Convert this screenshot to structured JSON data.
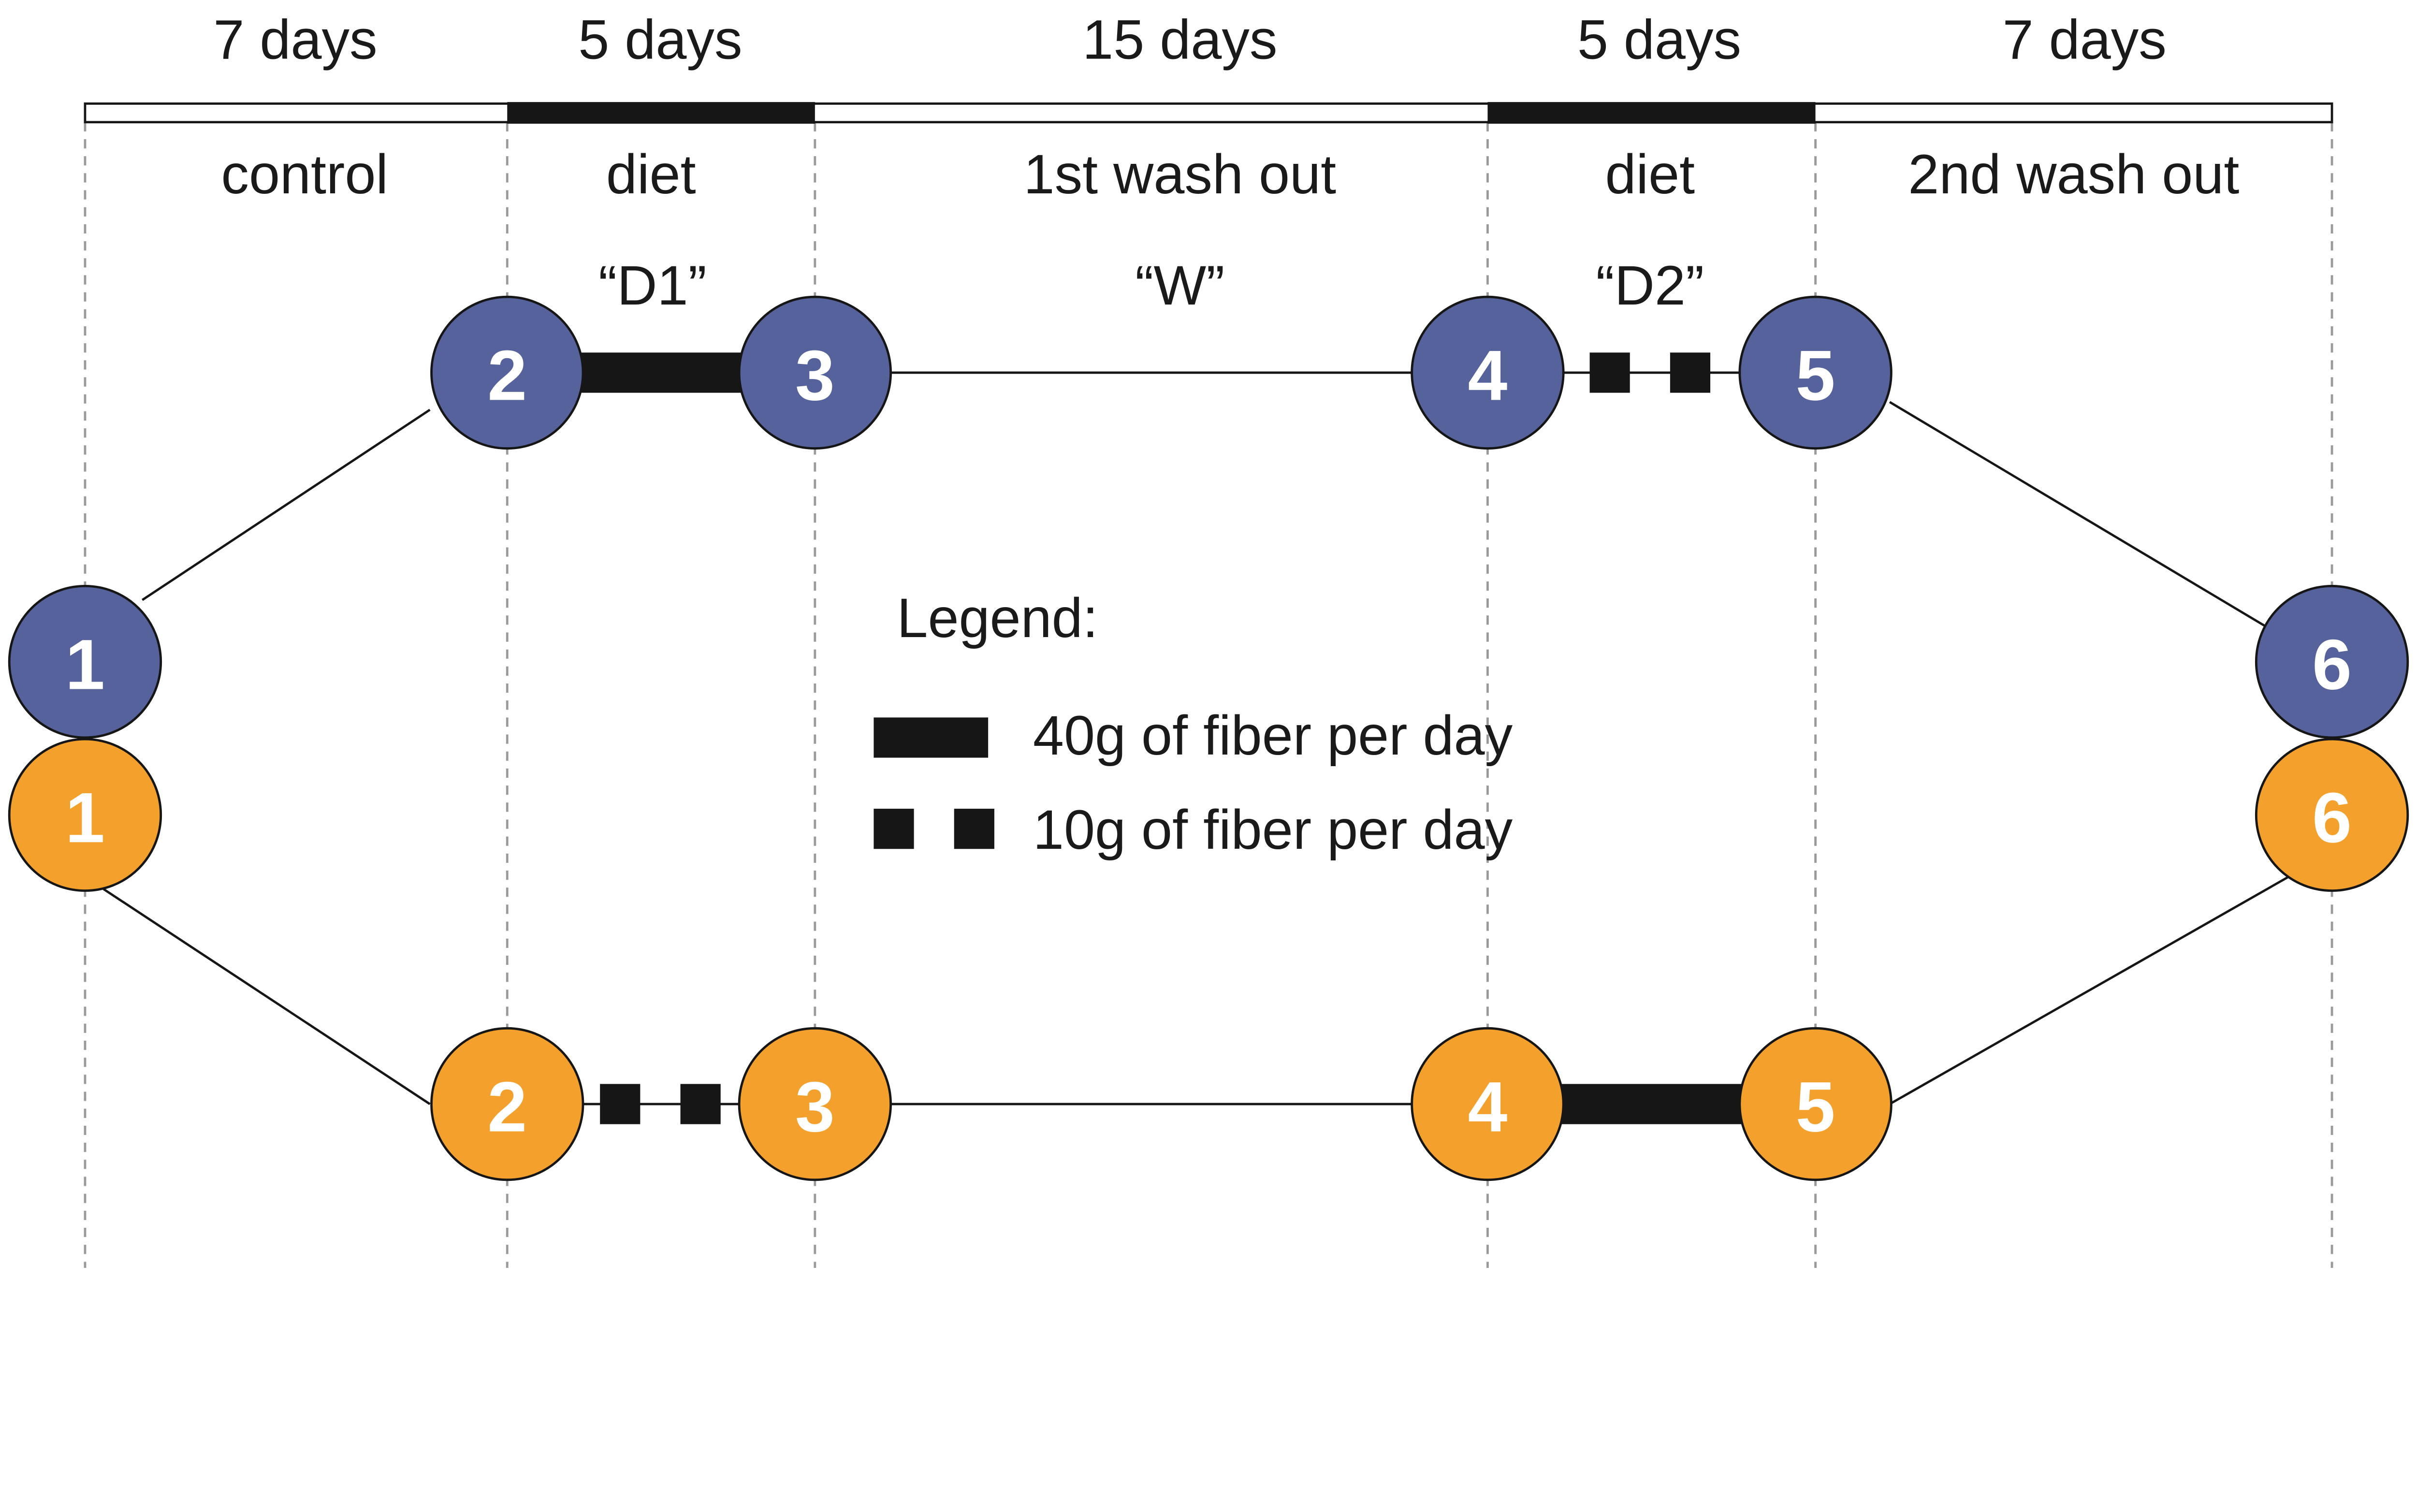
{
  "colors": {
    "group_a": "#56629b",
    "group_b": "#f4a02c",
    "bar": "#161616",
    "guide": "#9a9a9a"
  },
  "durations": [
    "7 days",
    "5 days",
    "15 days",
    "5 days",
    "7 days"
  ],
  "phases": [
    "control",
    "diet",
    "1st wash out",
    "diet",
    "2nd wash out"
  ],
  "period_codes": [
    "“D1”",
    "“W”",
    "“D2”"
  ],
  "timeline_diet_phases": [
    1,
    3
  ],
  "group_a": {
    "color": "#56629b",
    "nodes": [
      "1",
      "2",
      "3",
      "4",
      "5",
      "6"
    ],
    "diet_D1": "40g of fiber per day",
    "diet_D2": "10g of fiber per day"
  },
  "group_b": {
    "color": "#f4a02c",
    "nodes": [
      "1",
      "2",
      "3",
      "4",
      "5",
      "6"
    ],
    "diet_D1": "10g of fiber per day",
    "diet_D2": "40g of fiber per day"
  },
  "legend": {
    "title": "Legend:",
    "items": [
      {
        "symbol": "solid-bar",
        "label": "40g of fiber per day"
      },
      {
        "symbol": "dashed-squares",
        "label": "10g of fiber per day"
      }
    ]
  }
}
